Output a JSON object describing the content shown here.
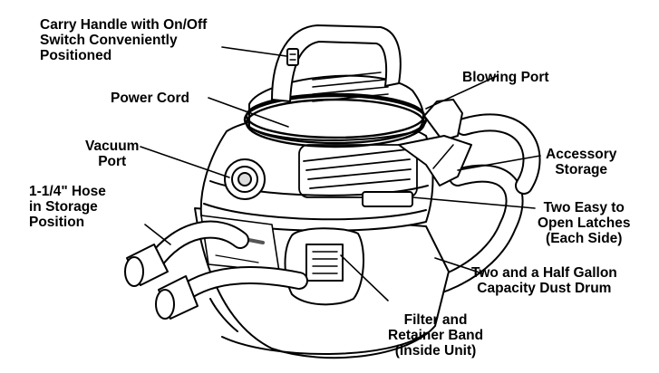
{
  "diagram": {
    "callouts": {
      "carry_handle": [
        "Carry Handle with On/Off",
        "Switch Conveniently",
        "Positioned"
      ],
      "power_cord": [
        "Power Cord"
      ],
      "vacuum_port": [
        "Vacuum",
        "Port"
      ],
      "hose_storage": [
        "1-1/4\" Hose",
        "in Storage",
        "Position"
      ],
      "blowing_port": [
        "Blowing Port"
      ],
      "accessory_storage": [
        "Accessory",
        "Storage"
      ],
      "latches": [
        "Two Easy to",
        "Open Latches",
        "(Each Side)"
      ],
      "dust_drum": [
        "Two and a Half Gallon",
        "Capacity Dust Drum"
      ],
      "filter": [
        "Filter and",
        "Retainer Band",
        "(Inside Unit)"
      ]
    },
    "colors": {
      "ink": "#000000",
      "paper": "#ffffff",
      "shade": "#d9d9d9"
    }
  }
}
